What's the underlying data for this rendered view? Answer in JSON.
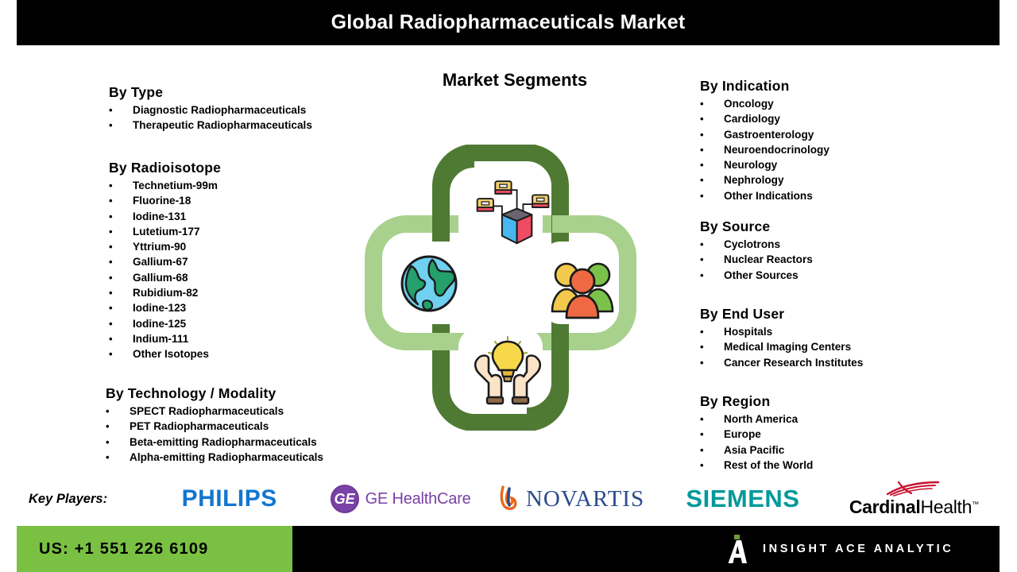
{
  "header": {
    "title": "Global Radiopharmaceuticals Market"
  },
  "center": {
    "title": "Market Segments",
    "icons": [
      {
        "name": "network-cube-icon",
        "position": "top"
      },
      {
        "name": "globe-icon",
        "position": "left"
      },
      {
        "name": "people-group-icon",
        "position": "right"
      },
      {
        "name": "hands-lightbulb-icon",
        "position": "bottom"
      }
    ],
    "ring_colors": {
      "dark_green": "#4f7a33",
      "light_green": "#a9d18e"
    }
  },
  "sections": {
    "type": {
      "heading": "By Type",
      "items": [
        "Diagnostic Radiopharmaceuticals",
        "Therapeutic Radiopharmaceuticals"
      ]
    },
    "radioisotope": {
      "heading": "By Radioisotope",
      "items": [
        "Technetium-99m",
        "Fluorine-18",
        "Iodine-131",
        "Lutetium-177",
        "Yttrium-90",
        "Gallium-67",
        "Gallium-68",
        "Rubidium-82",
        "Iodine-123",
        "Iodine-125",
        "Indium-111",
        "Other Isotopes"
      ]
    },
    "technology": {
      "heading": "By Technology / Modality",
      "items": [
        "SPECT Radiopharmaceuticals",
        "PET Radiopharmaceuticals",
        "Beta-emitting Radiopharmaceuticals",
        "Alpha-emitting Radiopharmaceuticals"
      ]
    },
    "indication": {
      "heading": "By Indication",
      "items": [
        "Oncology",
        "Cardiology",
        "Gastroenterology",
        "Neuroendocrinology",
        "Neurology",
        "Nephrology",
        "Other Indications"
      ]
    },
    "source": {
      "heading": "By Source",
      "items": [
        "Cyclotrons",
        "Nuclear Reactors",
        "Other Sources"
      ]
    },
    "enduser": {
      "heading": "By End User",
      "items": [
        "Hospitals",
        "Medical Imaging Centers",
        "Cancer Research Institutes"
      ]
    },
    "region": {
      "heading": "By Region",
      "items": [
        "North America",
        "Europe",
        "Asia Pacific",
        "Rest of the World"
      ]
    }
  },
  "key_players": {
    "label": "Key Players:",
    "logos": [
      {
        "name": "philips-logo",
        "text": "PHILIPS",
        "color": "#1276d0"
      },
      {
        "name": "ge-healthcare-logo",
        "mark": "ge",
        "text": "GE HealthCare",
        "color": "#7a41a6"
      },
      {
        "name": "novartis-logo",
        "text": "NOVARTIS",
        "color": "#2a4b8d"
      },
      {
        "name": "siemens-logo",
        "text": "SIEMENS",
        "color": "#009999"
      },
      {
        "name": "cardinal-health-logo",
        "text_bold": "Cardinal",
        "text_light": "Health",
        "tm": "™",
        "color": "#c8102e"
      }
    ]
  },
  "footer": {
    "phone": "US: +1 551 226 6109",
    "brand": "INSIGHT ACE ANALYTIC",
    "green": "#7ac143"
  }
}
